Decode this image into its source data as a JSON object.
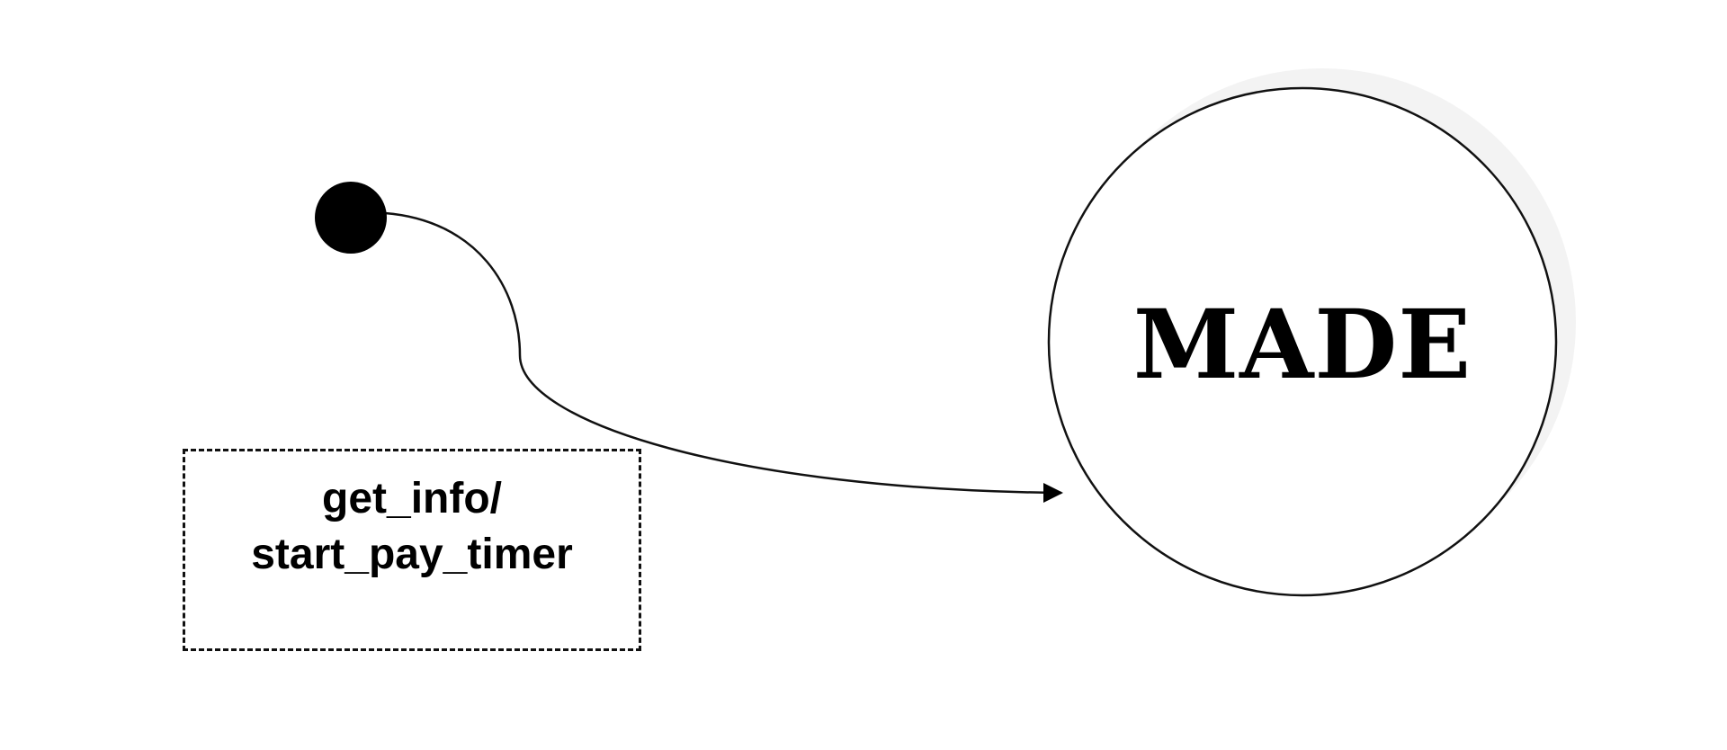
{
  "diagram": {
    "type": "state-machine",
    "initial_state": {
      "icon": "filled-circle-icon",
      "color": "#000000"
    },
    "states": [
      {
        "name": "MADE"
      }
    ],
    "transition": {
      "from": "initial",
      "to": "MADE",
      "label_line1": "get_info/",
      "label_line2": "start_pay_timer"
    },
    "colors": {
      "stroke": "#111111",
      "background": "#ffffff",
      "shadow": "#f2f2f2"
    }
  }
}
